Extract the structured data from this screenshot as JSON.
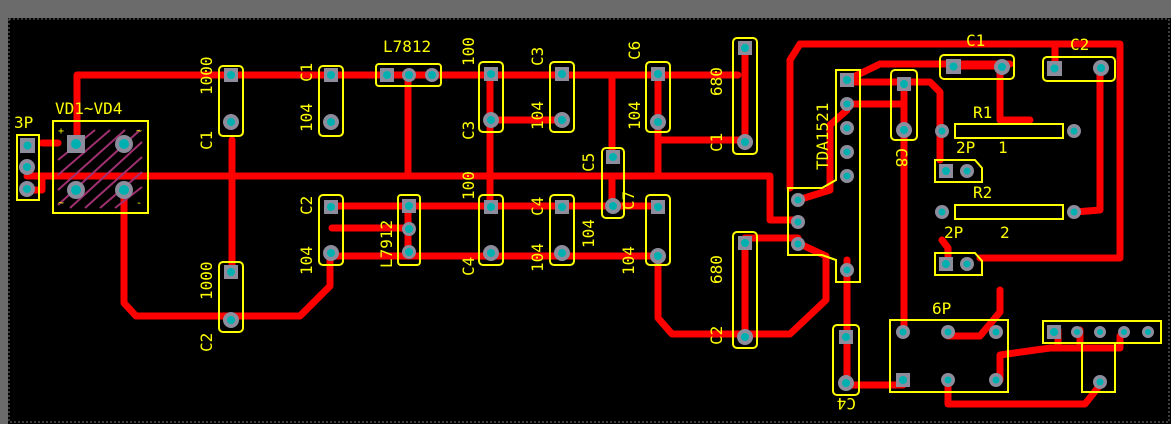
{
  "colors": {
    "background": "#000000",
    "frame": "#6b6b6b",
    "trace": "#ff0000",
    "silkscreen": "#ffff00",
    "pad": "#8c8c9c",
    "hole": "#00b0b0"
  },
  "labels": {
    "conn_3p": "3P",
    "bridge": "VD1~VD4",
    "c1_left": "C1",
    "c1_left_val": "1000",
    "c2_left": "C2",
    "c2_left_val": "1000",
    "c1_104": "C1",
    "c1_104_val": "104",
    "c2_104": "C2",
    "c2_104_val": "104",
    "l7812": "L7812",
    "l7912": "L7912",
    "c3_100": "C3",
    "c3_100_val": "100",
    "c4_100": "C4",
    "c4_100_val": "100",
    "c3_104": "C3",
    "c3_104_val": "104",
    "c4_104": "C4",
    "c4_104_val": "104",
    "c5": "C5",
    "c5_val": "104",
    "c6": "C6",
    "c6_val": "104",
    "c7": "C7",
    "c7_val": "104",
    "c1_680": "C1",
    "c1_680_val": "680",
    "c2_680": "C2",
    "c2_680_val": "680",
    "ic": "TDA1521",
    "c8": "C8",
    "c4_bottom": "C4",
    "c1_right": "C1",
    "c2_right": "C2",
    "r1": "R1",
    "r2": "R2",
    "conn_2p_1": "2P",
    "conn_2p_1_num": "1",
    "conn_2p_2": "2P",
    "conn_2p_2_num": "2",
    "conn_6p": "6P"
  }
}
